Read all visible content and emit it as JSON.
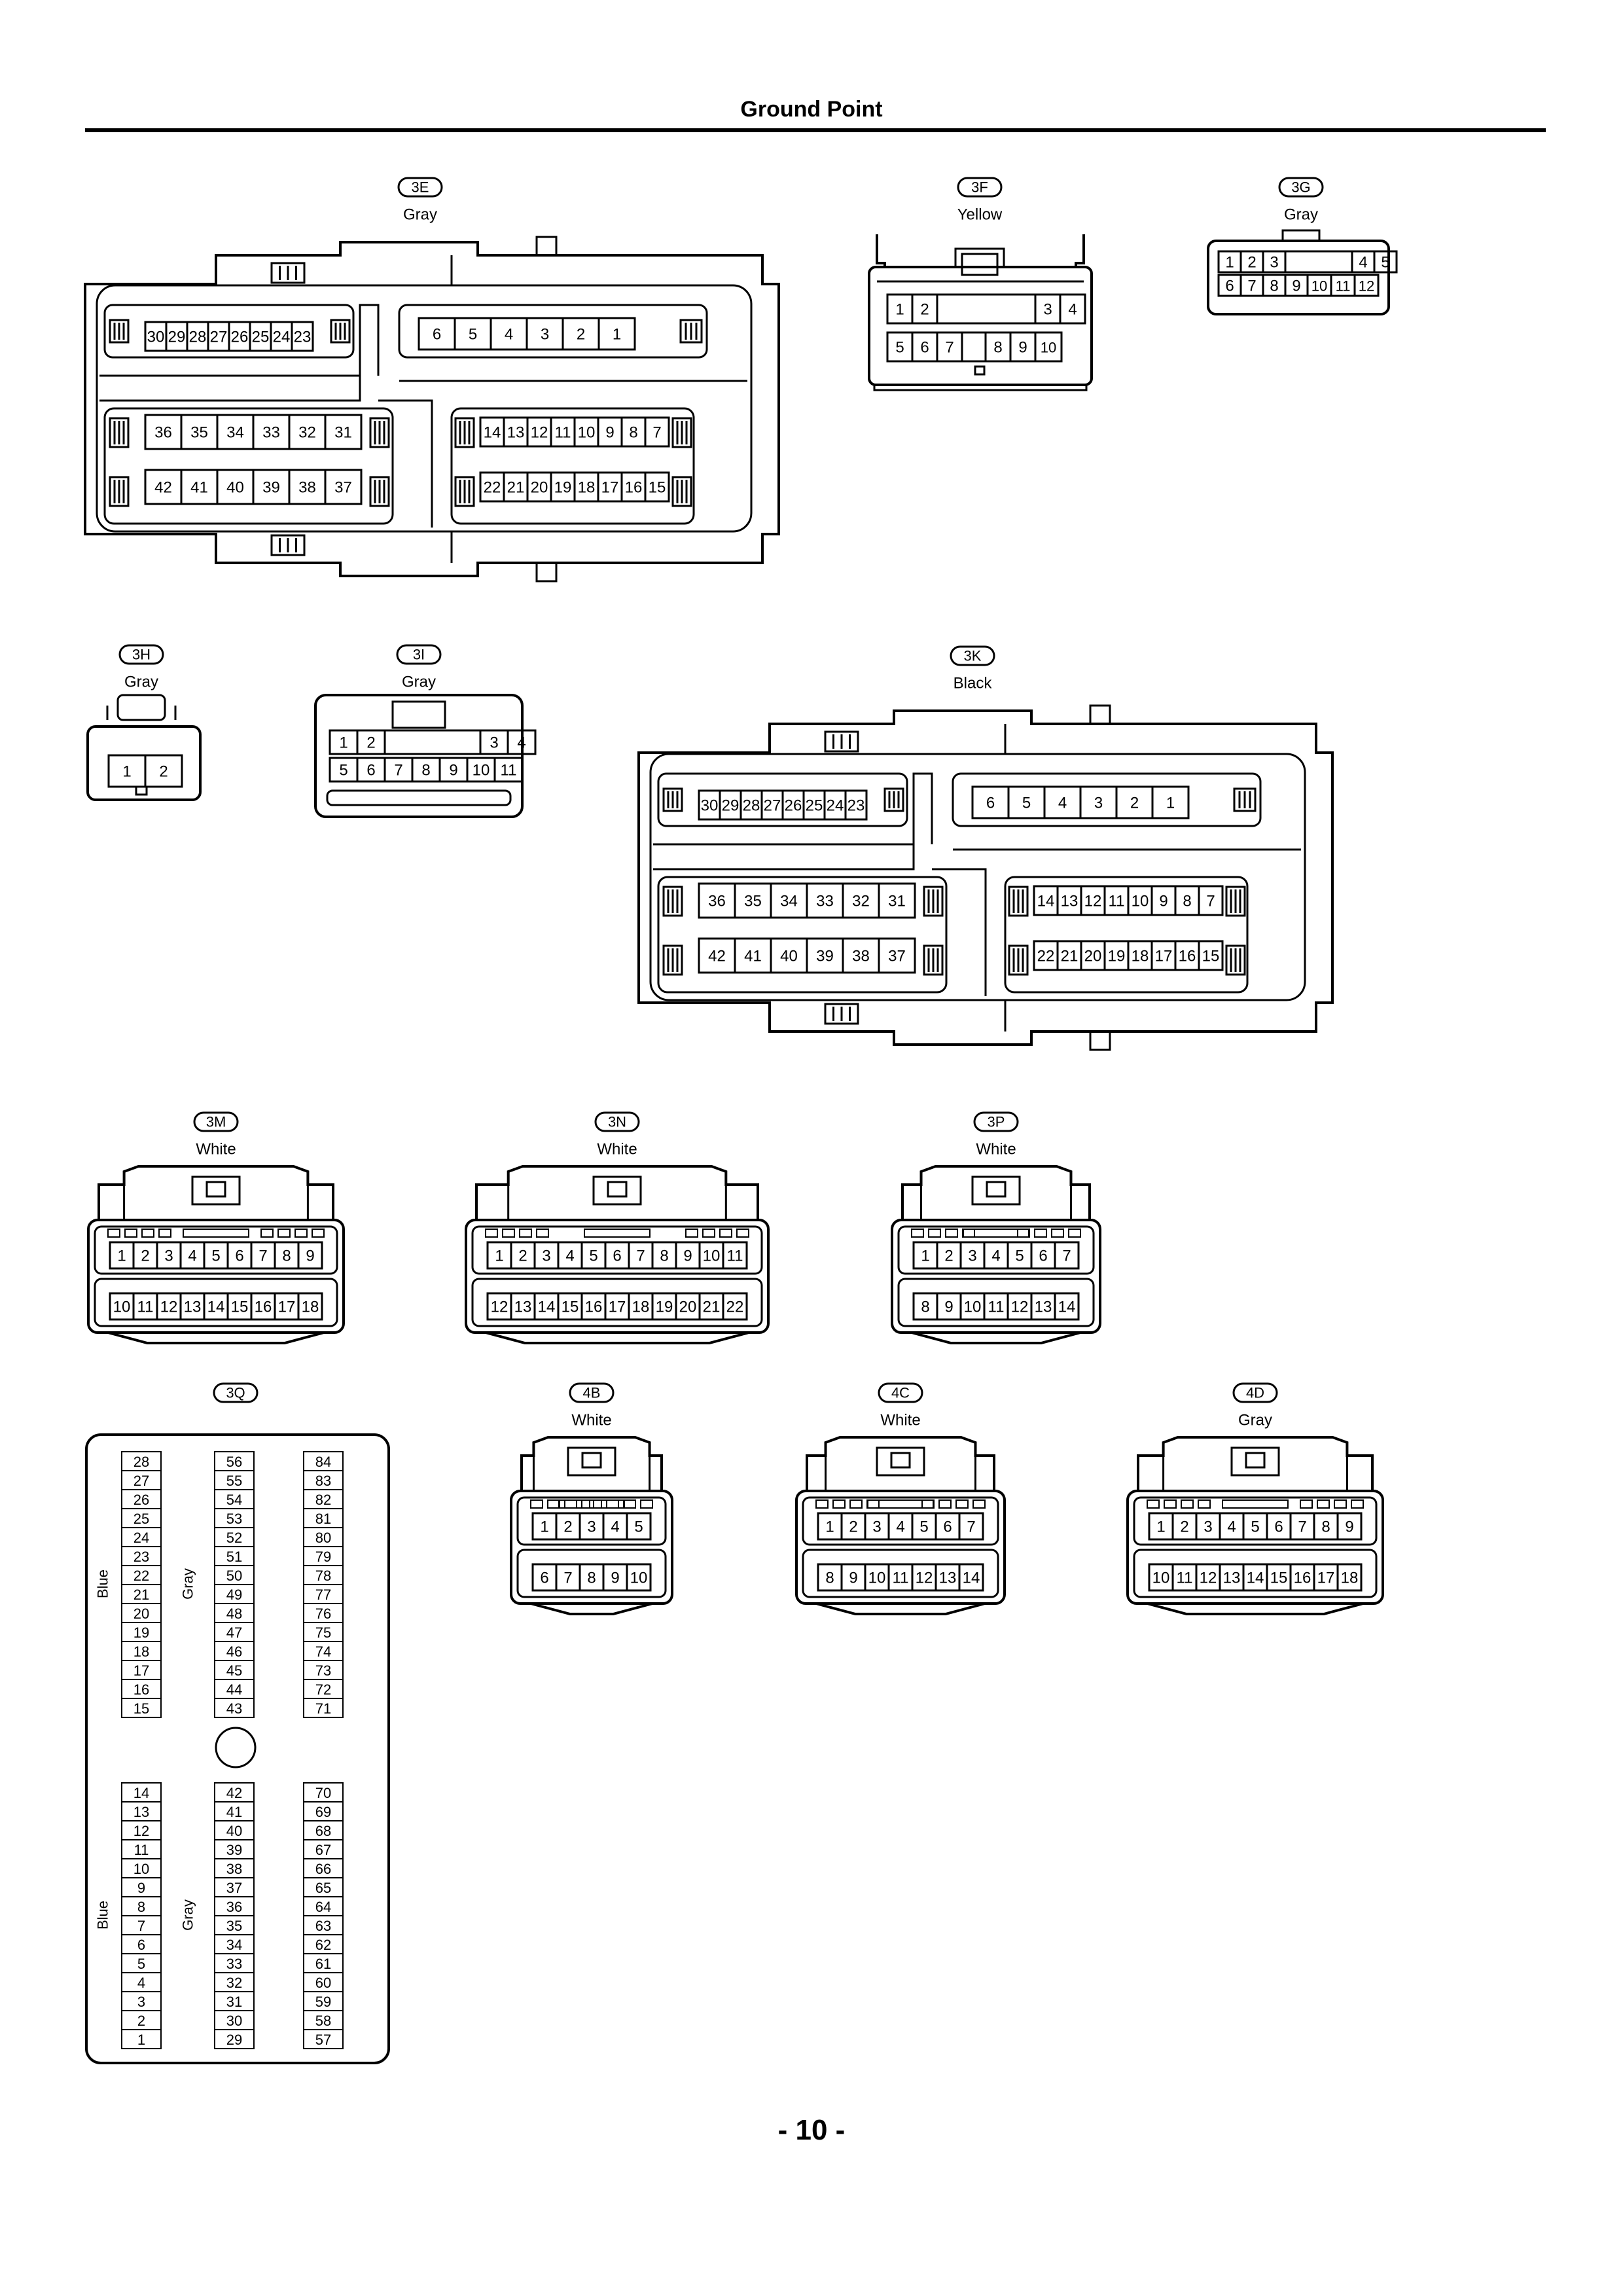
{
  "page": {
    "title": "Ground Point",
    "page_number": "- 10 -"
  },
  "connectors": {
    "c3E": {
      "id": "3E",
      "color": "Gray"
    },
    "c3F": {
      "id": "3F",
      "color": "Yellow"
    },
    "c3G": {
      "id": "3G",
      "color": "Gray"
    },
    "c3H": {
      "id": "3H",
      "color": "Gray"
    },
    "c3I": {
      "id": "3I",
      "color": "Gray"
    },
    "c3K": {
      "id": "3K",
      "color": "Black"
    },
    "c3M": {
      "id": "3M",
      "color": "White"
    },
    "c3N": {
      "id": "3N",
      "color": "White"
    },
    "c3P": {
      "id": "3P",
      "color": "White"
    },
    "c3Q": {
      "id": "3Q",
      "col_labels": [
        "Blue",
        "Gray",
        "Blue",
        "Gray"
      ]
    },
    "c4B": {
      "id": "4B",
      "color": "White"
    },
    "c4C": {
      "id": "4C",
      "color": "White"
    },
    "c4D": {
      "id": "4D",
      "color": "Gray"
    }
  }
}
